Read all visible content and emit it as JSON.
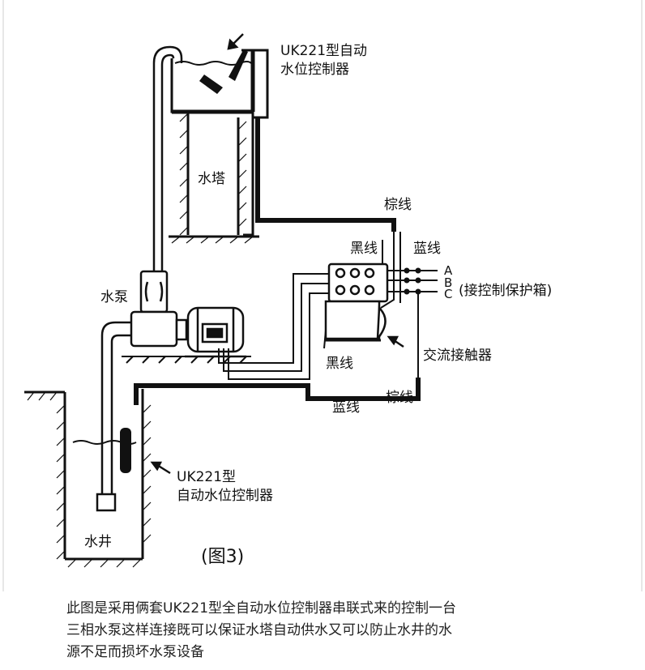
{
  "diagram": {
    "labels": {
      "top_controller": "UK221型自动\n水位控制器",
      "water_tower": "水塔",
      "brown_wire_top": "棕线",
      "black_wire_top": "黑线",
      "blue_wire_top": "蓝线",
      "terminal_a": "A",
      "terminal_b": "B",
      "terminal_c": "C",
      "terminal_note": "(接控制保护箱)",
      "pump": "水泵",
      "contactor": "交流接触器",
      "black_wire_bottom": "黑线",
      "blue_wire_bottom": "蓝线",
      "brown_wire_bottom": "棕线",
      "bottom_controller": "UK221型\n自动水位控制器",
      "well": "水井",
      "figure_label": "(图3)"
    }
  },
  "caption": {
    "lines": [
      "此图是采用俩套UK221型全自动水位控制器串联式来的控制一台",
      "三相水泵这样连接既可以保证水塔自动供水又可以防止水井的水",
      "源不足而损坏水泵设备"
    ]
  }
}
